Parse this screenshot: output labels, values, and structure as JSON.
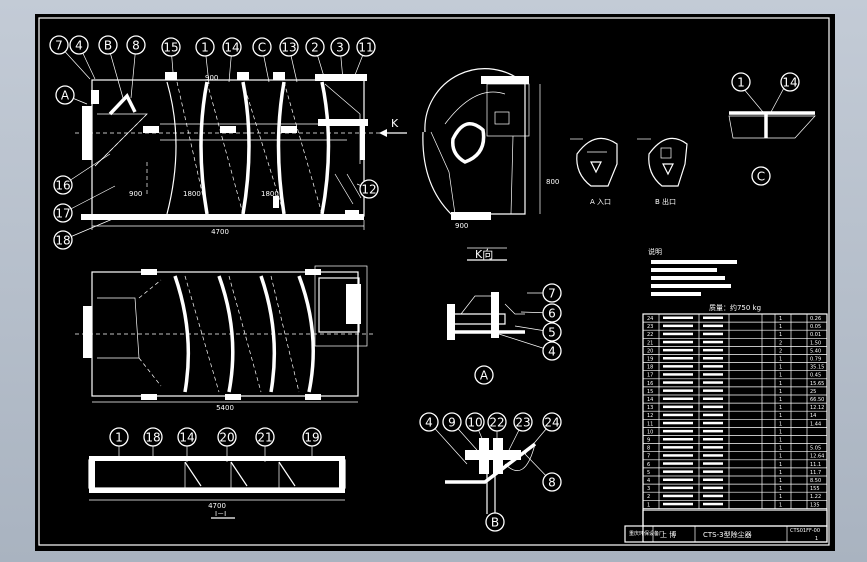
{
  "balloons": {
    "elev": [
      {
        "t": "7"
      },
      {
        "t": "4"
      },
      {
        "t": "B"
      },
      {
        "t": "8"
      },
      {
        "t": "15"
      },
      {
        "t": "1"
      },
      {
        "t": "14"
      },
      {
        "t": "C"
      },
      {
        "t": "13"
      },
      {
        "t": "2"
      },
      {
        "t": "3"
      },
      {
        "t": "11"
      },
      {
        "t": "A"
      },
      {
        "t": "16"
      },
      {
        "t": "17"
      },
      {
        "t": "18"
      },
      {
        "t": "12"
      }
    ],
    "detail_c": [
      {
        "t": "1"
      },
      {
        "t": "14"
      },
      {
        "t": "C"
      }
    ],
    "detail_a": [
      {
        "t": "7"
      },
      {
        "t": "6"
      },
      {
        "t": "5"
      },
      {
        "t": "4"
      },
      {
        "t": "A"
      }
    ],
    "detail_b": [
      {
        "t": "4"
      },
      {
        "t": "9"
      },
      {
        "t": "10"
      },
      {
        "t": "22"
      },
      {
        "t": "23"
      },
      {
        "t": "24"
      },
      {
        "t": "8"
      },
      {
        "t": "B"
      }
    ],
    "section": [
      {
        "t": "1"
      },
      {
        "t": "18"
      },
      {
        "t": "14"
      },
      {
        "t": "20"
      },
      {
        "t": "21"
      },
      {
        "t": "19"
      }
    ]
  },
  "view_label_k": "K",
  "k_view_title": "K向",
  "notes_title": "说明",
  "table_caption": "质量：约750 kg",
  "title_block": {
    "main_title": "CTS-3型除尘器",
    "designer": "上 博",
    "drawing_no": "CTS01FF-00",
    "sheet": "1",
    "company": "重庆环保设备厂"
  },
  "parts_list": [
    {
      "no": "24",
      "qty": "1",
      "mass": "0.26"
    },
    {
      "no": "23",
      "qty": "1",
      "mass": "0.05"
    },
    {
      "no": "22",
      "qty": "1",
      "mass": "0.01"
    },
    {
      "no": "21",
      "qty": "2",
      "mass": "1.50"
    },
    {
      "no": "20",
      "qty": "2",
      "mass": "5.40"
    },
    {
      "no": "19",
      "qty": "1",
      "mass": "0.79"
    },
    {
      "no": "18",
      "qty": "1",
      "mass": "35.15"
    },
    {
      "no": "17",
      "qty": "1",
      "mass": "0.45"
    },
    {
      "no": "16",
      "qty": "1",
      "mass": "15.65"
    },
    {
      "no": "15",
      "qty": "1",
      "mass": "25"
    },
    {
      "no": "14",
      "qty": "1",
      "mass": "66.50"
    },
    {
      "no": "13",
      "qty": "1",
      "mass": "12.12"
    },
    {
      "no": "12",
      "qty": "1",
      "mass": "14"
    },
    {
      "no": "11",
      "qty": "1",
      "mass": "1.44"
    },
    {
      "no": "10",
      "qty": "1",
      "mass": ""
    },
    {
      "no": "9",
      "qty": "1",
      "mass": ""
    },
    {
      "no": "8",
      "qty": "1",
      "mass": "5.05"
    },
    {
      "no": "7",
      "qty": "1",
      "mass": "12.64"
    },
    {
      "no": "6",
      "qty": "1",
      "mass": "11.1"
    },
    {
      "no": "5",
      "qty": "1",
      "mass": "11.7"
    },
    {
      "no": "4",
      "qty": "1",
      "mass": "8.50"
    },
    {
      "no": "3",
      "qty": "1",
      "mass": "155"
    },
    {
      "no": "2",
      "qty": "1",
      "mass": "1.22"
    },
    {
      "no": "1",
      "qty": "1",
      "mass": "135"
    }
  ]
}
